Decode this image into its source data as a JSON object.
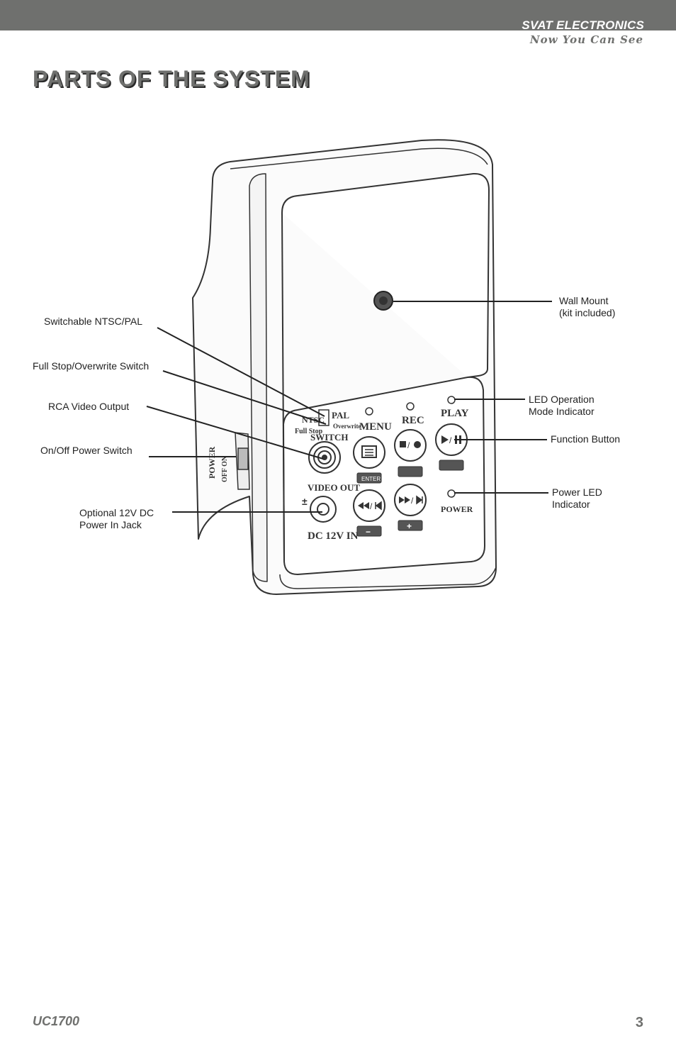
{
  "header": {
    "brand": "SVAT ELECTRONICS",
    "tagline": "Now You Can See"
  },
  "title": "PARTS OF THE SYSTEM",
  "device_labels": {
    "ntsc": "NTSC",
    "pal": "PAL",
    "full_stop": "Full Stop",
    "overwrite": "Overwrite",
    "switch": "SWITCH",
    "menu": "MENU",
    "rec": "REC",
    "play": "PLAY",
    "video_out": "VIDEO OUT",
    "dc_in": "DC 12V IN",
    "power": "POWER",
    "power_side": "POWER",
    "off_on": "OFF  ON",
    "enter": "ENTER",
    "minus": "−",
    "plus": "+"
  },
  "callouts": {
    "ntsc_pal": "Switchable NTSC/PAL",
    "full_stop": "Full Stop/Overwrite Switch",
    "rca": "RCA Video Output",
    "power_switch": "On/Off Power Switch",
    "dc_jack_line1": "Optional 12V DC",
    "dc_jack_line2": "Power In Jack",
    "wall_mount_line1": "Wall Mount",
    "wall_mount_line2": "(kit included)",
    "led_mode_line1": "LED Operation",
    "led_mode_line2": "Mode Indicator",
    "function_button": "Function Button",
    "power_led_line1": "Power LED",
    "power_led_line2": "Indicator"
  },
  "footer": {
    "model": "UC1700",
    "page_number": "3"
  }
}
